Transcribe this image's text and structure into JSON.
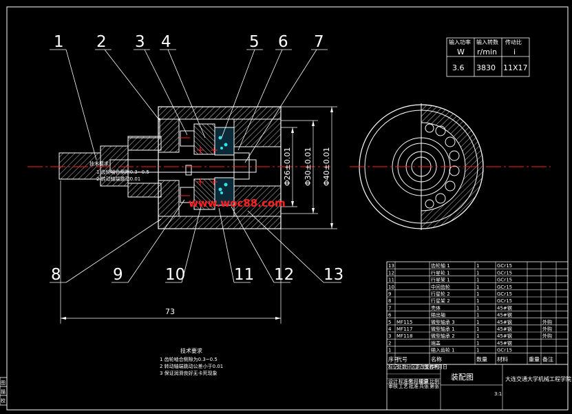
{
  "part_labels": [
    "1",
    "2",
    "3",
    "4",
    "5",
    "6",
    "7",
    "8",
    "9",
    "10",
    "11",
    "12",
    "13"
  ],
  "dimensions": {
    "length": "73",
    "dia_26": "Φ26±0.01",
    "dia_30": "Φ30±0.01",
    "dia_40": "Φ40±0.01"
  },
  "watermark": "www.woc88.com",
  "spec_table": {
    "headers": [
      "输入功率",
      "输入转数",
      "传动比"
    ],
    "units": [
      "W",
      "r/min",
      "i"
    ],
    "values": [
      "3.6",
      "3830",
      "11X17"
    ]
  },
  "tech_requirements": {
    "title": "技术要求",
    "lines": [
      "1 齿轮啮合侧隙为0.3~0.5",
      "2 转动轴端跳动公差小于0.01",
      "3 保证润滑良好无卡死现象"
    ]
  },
  "inner_notes": [
    "1 齿轮啮合侧隙0.3~0.5",
    "2 转动轴端跳动0.01"
  ],
  "bom": {
    "rows": [
      {
        "no": "13",
        "code": "",
        "name": "齿轮轴 1",
        "qty": "1",
        "material": "GCr15",
        "remark": ""
      },
      {
        "no": "12",
        "code": "",
        "name": "行星轮 1",
        "qty": "1",
        "material": "GCr15",
        "remark": ""
      },
      {
        "no": "11",
        "code": "",
        "name": "行星架 1",
        "qty": "1",
        "material": "GCr15",
        "remark": ""
      },
      {
        "no": "10",
        "code": "",
        "name": "中间齿轮",
        "qty": "1",
        "material": "GCr15",
        "remark": ""
      },
      {
        "no": "9",
        "code": "",
        "name": "行星轮 2",
        "qty": "1",
        "material": "GCr15",
        "remark": ""
      },
      {
        "no": "8",
        "code": "",
        "name": "行星架 2",
        "qty": "1",
        "material": "GCr15",
        "remark": ""
      },
      {
        "no": "7",
        "code": "",
        "name": "壳体",
        "qty": "1",
        "material": "45#钢",
        "remark": ""
      },
      {
        "no": "6",
        "code": "",
        "name": "输出轴",
        "qty": "1",
        "material": "45#钢",
        "remark": ""
      },
      {
        "no": "5",
        "code": "MF115",
        "name": "微型轴承 3",
        "qty": "1",
        "material": "45#钢",
        "remark": "外购"
      },
      {
        "no": "4",
        "code": "MF117",
        "name": "微型轴承 1",
        "qty": "1",
        "material": "45#钢",
        "remark": "外购"
      },
      {
        "no": "3",
        "code": "MF118",
        "name": "微型轴承 2",
        "qty": "1",
        "material": "45#钢",
        "remark": "外购"
      },
      {
        "no": "2",
        "code": "",
        "name": "端盖",
        "qty": "1",
        "material": "45#钢",
        "remark": ""
      },
      {
        "no": "1",
        "code": "",
        "name": "输入齿轮 1",
        "qty": "1",
        "material": "GCr15",
        "remark": ""
      }
    ],
    "header": {
      "no": "序号",
      "code": "代号",
      "name": "名称",
      "qty": "数量",
      "material": "材料",
      "weight": "重量",
      "remark": "备注"
    }
  },
  "title_block": {
    "drawing_name": "装配图",
    "institution": "大连交通大学机械工程学院",
    "scale": "3:1",
    "row_labels": [
      "标记",
      "处数",
      "分区",
      "更改文件号",
      "签名",
      "年月日"
    ],
    "row_labels2": [
      "设计",
      "标准化",
      "阶段标记",
      "重量",
      "比例"
    ],
    "row_labels3": [
      "审核",
      "工艺",
      "批准",
      "共张",
      "第张"
    ]
  },
  "left_edge_labels": [
    "图",
    "描",
    "校"
  ]
}
